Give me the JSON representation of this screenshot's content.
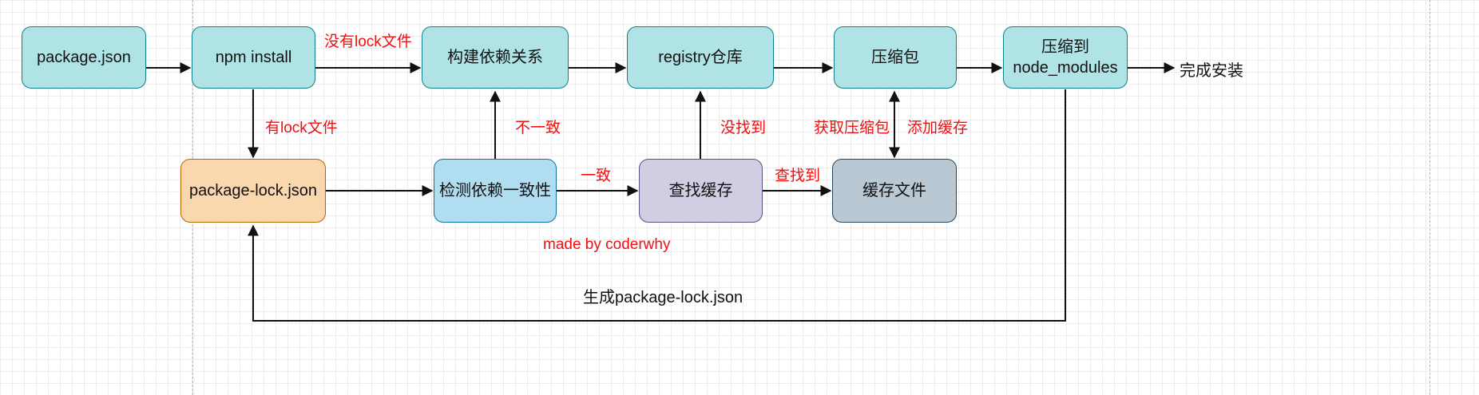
{
  "nodes": {
    "package_json": "package.json",
    "npm_install": "npm install",
    "build_deps": "构建依赖关系",
    "registry": "registry仓库",
    "tarball": "压缩包",
    "extract": "压缩到\nnode_modules",
    "package_lock": "package-lock.json",
    "check_consistency": "检测依赖一致性",
    "find_cache": "查找缓存",
    "cache_files": "缓存文件"
  },
  "edge_labels": {
    "no_lock": "没有lock文件",
    "has_lock": "有lock文件",
    "inconsistent": "不一致",
    "consistent": "一致",
    "not_found": "没找到",
    "found": "查找到",
    "get_tarball": "获取压缩包",
    "add_cache": "添加缓存",
    "credit": "made by coderwhy"
  },
  "labels": {
    "done": "完成安装",
    "generate_lock": "生成package-lock.json"
  },
  "colors": {
    "teal": "#b0e3e6",
    "orange": "#fad7ac",
    "blue": "#b1ddf0",
    "purple": "#d0cee2",
    "slate": "#bac8d3",
    "label_red": "#ee1111"
  }
}
